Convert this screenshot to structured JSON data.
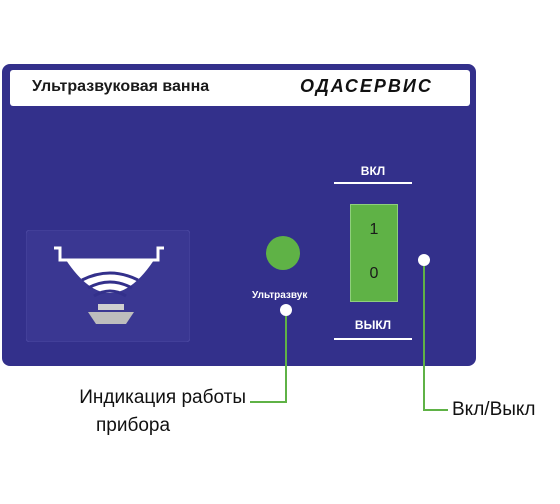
{
  "panel": {
    "title": "Ультразвуковая ванна",
    "brand": "ОДАСЕРВИС",
    "indicator_label": "Ультразвук",
    "switch": {
      "on_label": "ВКЛ",
      "off_label": "ВЫКЛ",
      "top_mark": "1",
      "bottom_mark": "0"
    }
  },
  "callouts": {
    "indicator_line1": "Индикация работы",
    "indicator_line2": "прибора",
    "power": "Вкл/Выкл"
  },
  "colors": {
    "panel": "#33308b",
    "led": "#5fb246",
    "leader": "#5fb246"
  }
}
